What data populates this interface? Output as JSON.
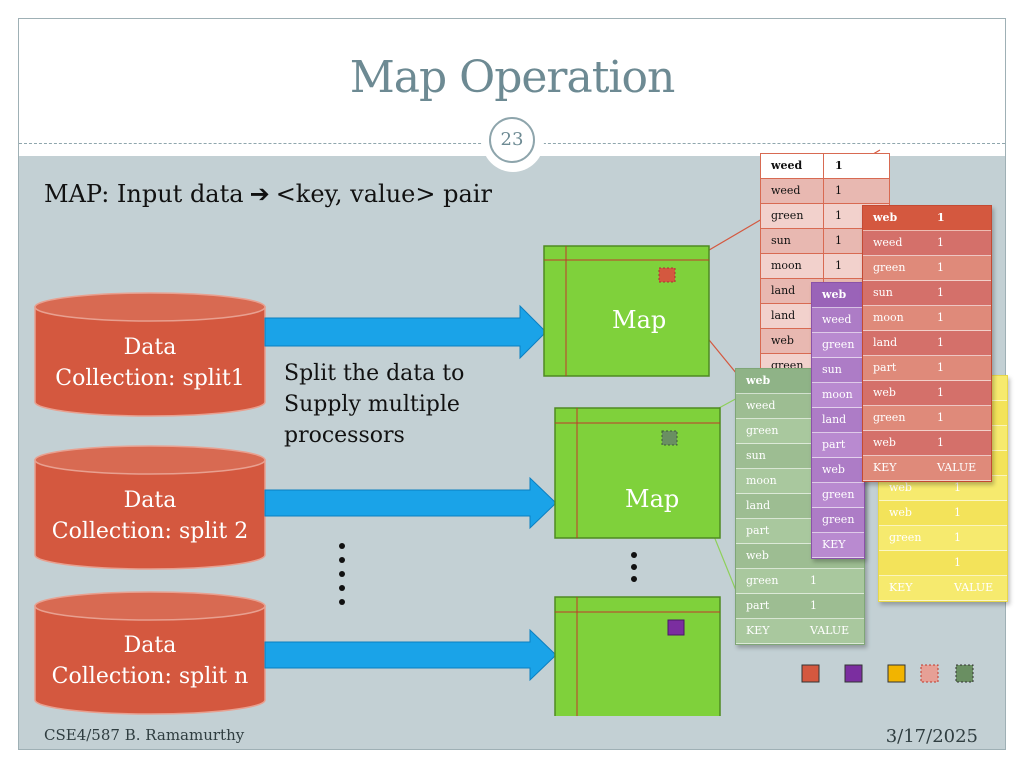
{
  "slide": {
    "title": "Map Operation",
    "page_number": "23",
    "subtitle_left": "MAP: Input data",
    "subtitle_right": "<key, value> pair",
    "split_note_lines": [
      "Split the data to",
      "Supply multiple",
      "processors"
    ],
    "footer_left": "CSE4/587 B. Ramamurthy",
    "footer_right": "3/17/2025",
    "ellipsis": "⋮"
  },
  "colors": {
    "title": "#6d8a93",
    "background": "#c3d0d4",
    "cylinder": "#d4583f",
    "arrow": "#1aa3e8",
    "map_box": "#7fd13b",
    "tbl_red": "#e8b8b1",
    "tbl_green": "#a9c89e",
    "tbl_yellow": "#f6ea6e"
  },
  "data_sources": [
    {
      "line1": "Data",
      "line2": "Collection: split1"
    },
    {
      "line1": "Data",
      "line2": "Collection: split 2"
    },
    {
      "line1": "Data",
      "line2": "Collection: split n"
    }
  ],
  "mappers": [
    {
      "label": "Map",
      "marker_color": "#d4583f"
    },
    {
      "label": "Map",
      "marker_color": "#6a8f62"
    },
    {
      "label": "",
      "marker_color": "#7b2ea0"
    }
  ],
  "tables": {
    "red_back": {
      "rows": [
        {
          "k": "weed",
          "v": "1",
          "bold": true
        },
        {
          "k": "weed",
          "v": "1"
        },
        {
          "k": "green",
          "v": "1"
        },
        {
          "k": "sun",
          "v": "1"
        },
        {
          "k": "moon",
          "v": "1"
        },
        {
          "k": "land",
          "v": ""
        },
        {
          "k": "land",
          "v": ""
        },
        {
          "k": "web",
          "v": ""
        },
        {
          "k": "green",
          "v": ""
        }
      ]
    },
    "purple_mid": {
      "rows": [
        {
          "k": "web",
          "bold": true
        },
        {
          "k": "weed"
        },
        {
          "k": "green"
        },
        {
          "k": "sun"
        },
        {
          "k": "moon"
        },
        {
          "k": "land"
        },
        {
          "k": "part"
        },
        {
          "k": "web"
        },
        {
          "k": "green"
        },
        {
          "k": "green"
        },
        {
          "k": "KEY"
        }
      ]
    },
    "red_front": {
      "rows": [
        {
          "k": "web",
          "v": "1",
          "bold": true
        },
        {
          "k": "weed",
          "v": "1"
        },
        {
          "k": "green",
          "v": "1"
        },
        {
          "k": "sun",
          "v": "1"
        },
        {
          "k": "moon",
          "v": "1"
        },
        {
          "k": "land",
          "v": "1"
        },
        {
          "k": "part",
          "v": "1"
        },
        {
          "k": "web",
          "v": "1"
        },
        {
          "k": "green",
          "v": "1"
        },
        {
          "k": "web",
          "v": "1"
        },
        {
          "k": "KEY",
          "v": "VALUE"
        }
      ]
    },
    "green": {
      "rows": [
        {
          "k": "web",
          "v": "",
          "bold": true
        },
        {
          "k": "weed",
          "v": ""
        },
        {
          "k": "green",
          "v": ""
        },
        {
          "k": "sun",
          "v": ""
        },
        {
          "k": "moon",
          "v": ""
        },
        {
          "k": "land",
          "v": ""
        },
        {
          "k": "part",
          "v": ""
        },
        {
          "k": "web",
          "v": ""
        },
        {
          "k": "green",
          "v": "1"
        },
        {
          "k": "part",
          "v": "1"
        },
        {
          "k": "KEY",
          "v": "VALUE"
        }
      ]
    },
    "yellow": {
      "rows": [
        {
          "k": "",
          "v": ""
        },
        {
          "k": "",
          "v": ""
        },
        {
          "k": "",
          "v": ""
        },
        {
          "k": "",
          "v": ""
        },
        {
          "k": "web",
          "v": "1"
        },
        {
          "k": "web",
          "v": "1"
        },
        {
          "k": "green",
          "v": "1"
        },
        {
          "k": "",
          "v": "1"
        },
        {
          "k": "KEY",
          "v": "VALUE"
        }
      ]
    }
  },
  "legend_squares": [
    "#d4583f",
    "#7b2ea0",
    "#f2b400",
    "#e6a096",
    "#6a8f62"
  ]
}
